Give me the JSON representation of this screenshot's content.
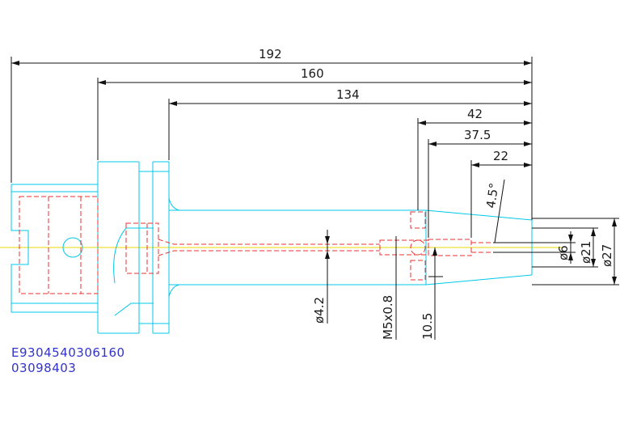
{
  "dimensions": {
    "overall_length": "192",
    "length_160": "160",
    "length_134": "134",
    "length_42": "42",
    "length_37_5": "37.5",
    "length_22": "22",
    "taper_angle": "4.5°",
    "dia_27": "ø27",
    "dia_21": "ø21",
    "dia_6": "ø6",
    "dia_4_2": "ø4.2",
    "thread": "M5x0.8",
    "offset_10_5": "10.5"
  },
  "part_codes": {
    "line1": "E9304540306160",
    "line2": "03098403"
  },
  "colors": {
    "outline": "#00c8e8",
    "hidden_lines": "#e83030",
    "centerline": "#e8d800",
    "dimension": "#111111",
    "code_text": "#3333cc"
  }
}
